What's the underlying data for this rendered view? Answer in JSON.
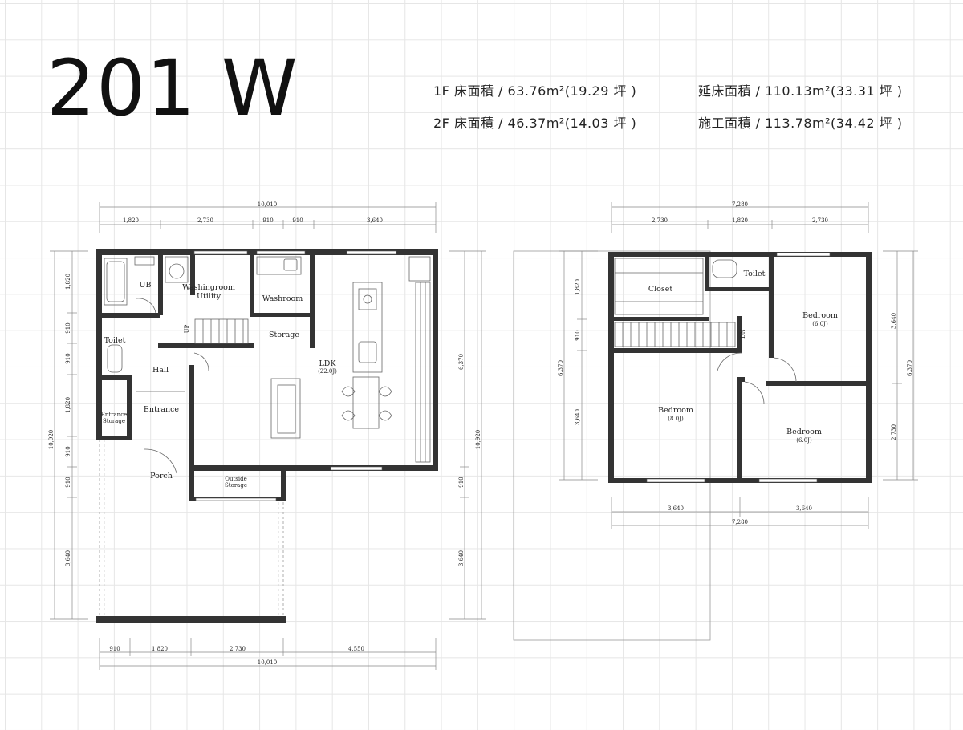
{
  "plan_name": "201 W",
  "areas": {
    "f1": "1F 床面積 / 63.76m²(19.29 坪 )",
    "f2": "2F 床面積 / 46.37m²(14.03 坪 )",
    "total_floor": "延床面積 / 110.13m²(33.31 坪 )",
    "construction": "施工面積 / 113.78m²(34.42 坪 )"
  },
  "floor1": {
    "rooms": {
      "ub": "UB",
      "washingroom": "Washingroom",
      "utility": "Utility",
      "washroom": "Washroom",
      "storage": "Storage",
      "toilet": "Toilet",
      "hall": "Hall",
      "ldk": "LDK",
      "ldk_size": "(22.0J)",
      "entrance": "Entrance",
      "entrance_storage_1": "Entrance",
      "entrance_storage_2": "Storage",
      "porch": "Porch",
      "outside_storage_1": "Outside",
      "outside_storage_2": "Storage",
      "up": "UP"
    },
    "dims_top_total": "10,010",
    "dims_top": [
      "1,820",
      "2,730",
      "910",
      "910",
      "3,640"
    ],
    "dims_bottom_total": "10,010",
    "dims_bottom": [
      "910",
      "1,820",
      "2,730",
      "4,550"
    ],
    "dims_left_total": "10,920",
    "dims_left": [
      "1,820",
      "910",
      "910",
      "1,820",
      "910",
      "910",
      "3,640"
    ],
    "dims_right_total": "10,920",
    "dims_right_top": "6,370",
    "dims_right": [
      "910",
      "3,640"
    ]
  },
  "floor2": {
    "rooms": {
      "closet": "Closet",
      "toilet": "Toilet",
      "bedroom_ne": "Bedroom",
      "bedroom_ne_size": "(6.0J)",
      "bedroom_sw": "Bedroom",
      "bedroom_sw_size": "(8.0J)",
      "bedroom_se": "Bedroom",
      "bedroom_se_size": "(6.0J)",
      "dn": "DN"
    },
    "dims_top_total": "7,280",
    "dims_top": [
      "2,730",
      "1,820",
      "2,730"
    ],
    "dims_bottom": [
      "3,640",
      "3,640"
    ],
    "dims_bottom_total": "7,280",
    "dims_left_total": "6,370",
    "dims_left": [
      "1,820",
      "910",
      "3,640"
    ],
    "dims_right_total": "6,370",
    "dims_right": [
      "3,640",
      "2,730"
    ]
  }
}
